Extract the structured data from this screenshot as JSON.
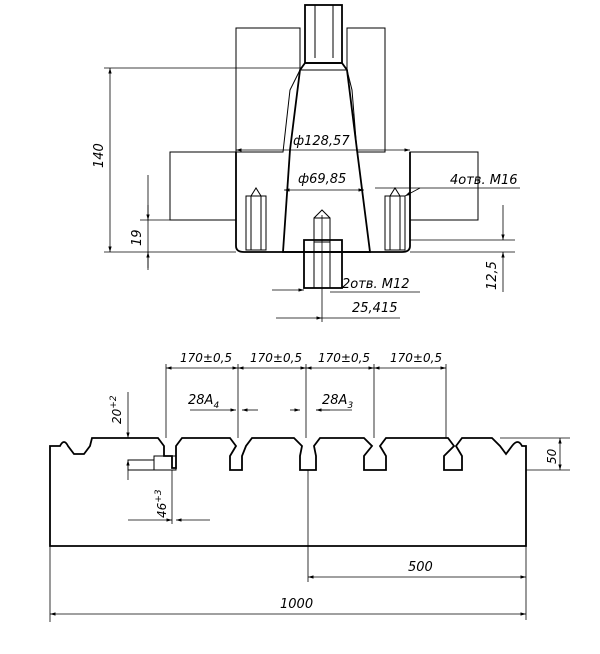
{
  "colors": {
    "ink": "#000000",
    "paper": "#ffffff"
  },
  "top_view": {
    "dims": {
      "d_large": "ф128,57",
      "d_small": "ф69,85",
      "holes_m16": "4отв. М16",
      "holes_m12": "2отв. М12",
      "h140": "140",
      "h19": "19",
      "h12_5": "12,5",
      "w25_415": "25,415"
    }
  },
  "bottom_view": {
    "dims": {
      "pitch_1": "170±0,5",
      "pitch_2": "170±0,5",
      "pitch_3": "170±0,5",
      "pitch_4": "170±0,5",
      "slot_a4": "28А",
      "slot_a4_sub": "4",
      "slot_a3": "28А",
      "slot_a3_sub": "3",
      "depth_20": "20",
      "depth_20_tol": "+2",
      "width_46": "46",
      "width_46_tol": "+3",
      "h50": "50",
      "w500": "500",
      "w1000": "1000"
    }
  }
}
